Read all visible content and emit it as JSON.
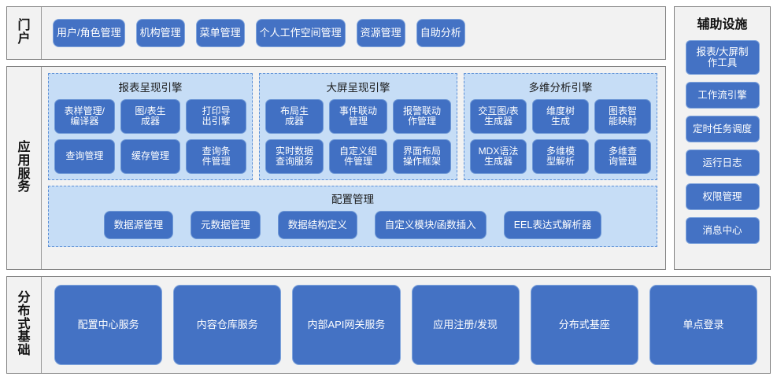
{
  "portal": {
    "caption": "门户",
    "items": [
      {
        "label": "用户/角色管理"
      },
      {
        "label": "机构管理"
      },
      {
        "label": "菜单管理"
      },
      {
        "label": "个人工作空间管理"
      },
      {
        "label": "资源管理"
      },
      {
        "label": "自助分析"
      }
    ]
  },
  "aux": {
    "title": "辅助设施",
    "items": [
      {
        "label": "报表/大屏制\n作工具"
      },
      {
        "label": "工作流引擎"
      },
      {
        "label": "定时任务调度"
      },
      {
        "label": "运行日志"
      },
      {
        "label": "权限管理"
      },
      {
        "label": "消息中心"
      }
    ]
  },
  "app_services": {
    "caption": "应用服务",
    "engines": [
      {
        "title": "报表呈现引擎",
        "items": [
          {
            "label": "表样管理/\n编译器"
          },
          {
            "label": "图/表生\n成器"
          },
          {
            "label": "打印导\n出引擎"
          },
          {
            "label": "查询管理"
          },
          {
            "label": "缓存管理"
          },
          {
            "label": "查询条\n件管理"
          }
        ]
      },
      {
        "title": "大屏呈现引擎",
        "items": [
          {
            "label": "布局生\n成器"
          },
          {
            "label": "事件联动\n管理"
          },
          {
            "label": "报警联动\n作管理"
          },
          {
            "label": "实时数据\n查询服务"
          },
          {
            "label": "自定义组\n件管理"
          },
          {
            "label": "界面布局\n操作框架"
          }
        ]
      },
      {
        "title": "多维分析引擎",
        "items": [
          {
            "label": "交互图/表\n生成器"
          },
          {
            "label": "维度树\n生成"
          },
          {
            "label": "图表智\n能映射"
          },
          {
            "label": "MDX语法\n生成器"
          },
          {
            "label": "多维模\n型解析"
          },
          {
            "label": "多维查\n询管理"
          }
        ]
      }
    ],
    "config": {
      "title": "配置管理",
      "items": [
        {
          "label": "数据源管理"
        },
        {
          "label": "元数据管理"
        },
        {
          "label": "数据结构定义"
        },
        {
          "label": "自定义模块/函数插入"
        },
        {
          "label": "EEL表达式解析器"
        }
      ]
    }
  },
  "distributed_base": {
    "caption": "分布式基础",
    "items": [
      {
        "label": "配置中心服务"
      },
      {
        "label": "内容仓库服务"
      },
      {
        "label": "内部API网关服务"
      },
      {
        "label": "应用注册/发现"
      },
      {
        "label": "分布式基座"
      },
      {
        "label": "单点登录"
      }
    ]
  },
  "colors": {
    "button_fill": "#4472C4",
    "button_border": "#7FA4DC",
    "panel_fill": "#C6DDF6",
    "panel_border": "#5B8FD6",
    "frame_fill": "#F2F2F2",
    "frame_border": "#808080",
    "text_light": "#FFFFFF",
    "text_dark": "#111111"
  }
}
